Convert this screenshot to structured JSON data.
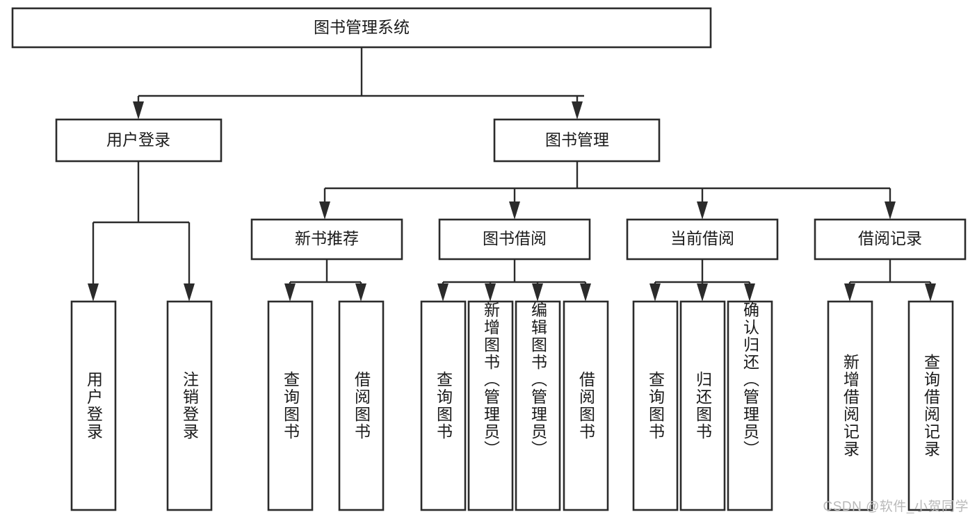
{
  "diagram": {
    "type": "tree-hierarchy",
    "title": "图书管理系统",
    "orientation": "top-down",
    "colors": {
      "box_stroke": "#2b2b2b",
      "box_fill": "#ffffff",
      "connector": "#2b2b2b",
      "text": "#1a1a1a",
      "watermark": "#b9b9b9",
      "background": "#ffffff"
    },
    "root": {
      "label": "图书管理系统"
    },
    "level2": [
      {
        "label": "用户登录"
      },
      {
        "label": "图书管理"
      }
    ],
    "level3": [
      {
        "label": "新书推荐"
      },
      {
        "label": "图书借阅"
      },
      {
        "label": "当前借阅"
      },
      {
        "label": "借阅记录"
      }
    ],
    "leaves": [
      {
        "label": "用户登录",
        "parent": "用户登录"
      },
      {
        "label": "注销登录",
        "parent": "用户登录"
      },
      {
        "label": "查询图书",
        "parent": "新书推荐"
      },
      {
        "label": "借阅图书",
        "parent": "新书推荐"
      },
      {
        "label": "查询图书",
        "parent": "图书借阅"
      },
      {
        "label": "新增图书（管理员）",
        "parent": "图书借阅"
      },
      {
        "label": "编辑图书（管理员）",
        "parent": "图书借阅"
      },
      {
        "label": "借阅图书",
        "parent": "图书借阅"
      },
      {
        "label": "查询图书",
        "parent": "当前借阅"
      },
      {
        "label": "归还图书",
        "parent": "当前借阅"
      },
      {
        "label": "确认归还（管理员）",
        "parent": "当前借阅"
      },
      {
        "label": "新增借阅记录",
        "parent": "借阅记录"
      },
      {
        "label": "查询借阅记录",
        "parent": "借阅记录"
      }
    ]
  },
  "watermark": {
    "text": "CSDN @软件_小贺同学"
  }
}
